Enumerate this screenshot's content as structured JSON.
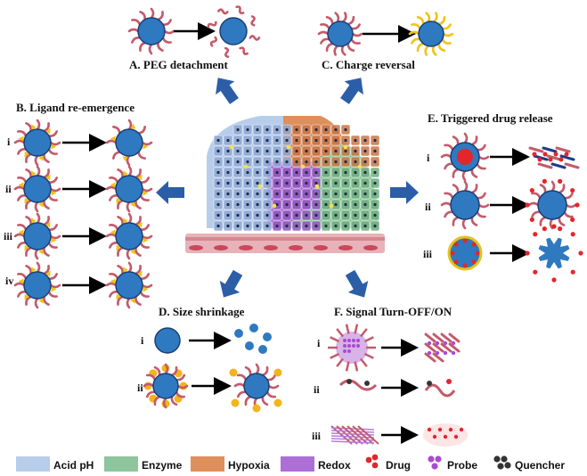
{
  "colors": {
    "acid_ph": "#b8cdea",
    "enzyme": "#8dc69c",
    "hypoxia": "#de8f5b",
    "redox": "#ad6fd6",
    "core": "#2f79c1",
    "peg": "#c45a6b",
    "ligand": "#f0c418",
    "drug": "#e3262b",
    "probe": "#a94bd0",
    "quencher": "#333333",
    "arrow_blue": "#2c5ea8"
  },
  "panels": {
    "a": {
      "title": "A. PEG detachment"
    },
    "b": {
      "title": "B. Ligand re-emergence",
      "rows": [
        "i",
        "ii",
        "iii",
        "iv"
      ]
    },
    "c": {
      "title": "C. Charge reversal"
    },
    "d": {
      "title": "D. Size shrinkage",
      "rows": [
        "i",
        "ii"
      ]
    },
    "e": {
      "title": "E. Triggered drug release",
      "rows": [
        "i",
        "ii",
        "iii"
      ]
    },
    "f": {
      "title": "F. Signal Turn-OFF/ON",
      "rows": [
        "i",
        "ii",
        "iii"
      ]
    }
  },
  "legend": [
    {
      "label": "Acid pH",
      "swatch": "acid_ph",
      "icon": "color-swatch"
    },
    {
      "label": "Enzyme",
      "swatch": "enzyme",
      "icon": "color-swatch"
    },
    {
      "label": "Hypoxia",
      "swatch": "hypoxia",
      "icon": "color-swatch"
    },
    {
      "label": "Redox",
      "swatch": "redox",
      "icon": "color-swatch"
    },
    {
      "label": "Drug",
      "swatch": "drug",
      "icon": "drug-dots-icon"
    },
    {
      "label": "Probe",
      "swatch": "probe",
      "icon": "probe-dots-icon"
    },
    {
      "label": "Quencher",
      "swatch": "quencher",
      "icon": "quencher-dots-icon"
    }
  ]
}
